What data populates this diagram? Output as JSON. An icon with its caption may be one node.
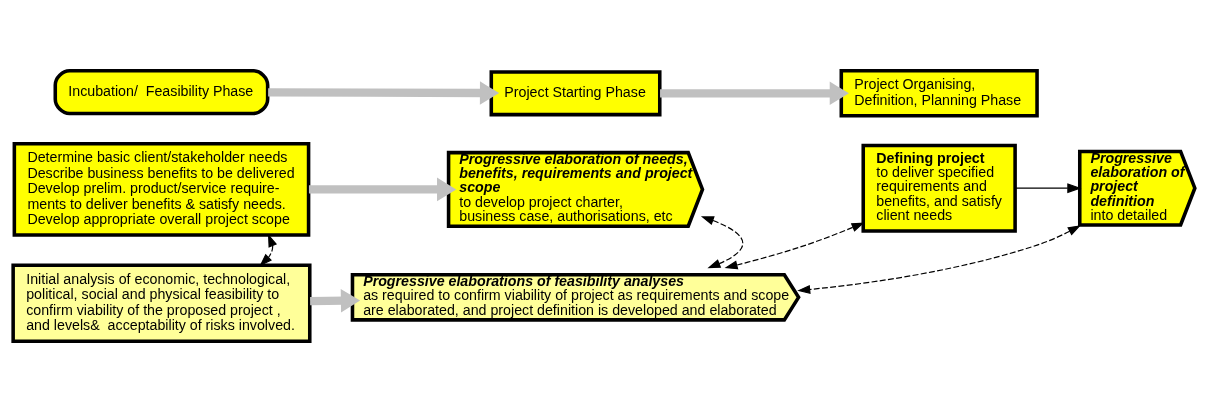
{
  "diagram": {
    "nodes": [
      {
        "text": [
          "Incubation/  Feasibility Phase"
        ]
      },
      {
        "text": [
          "Project Starting Phase"
        ]
      },
      {
        "text": [
          "Project Organising, Definition, Planning Phase"
        ]
      },
      {
        "text": [
          "Determine basic client/stakeholder needs Describe business benefits to be delivered Develop prelim. product/service require- ments to deliver benefits & satisfy needs. Develop appropriate overall project scope"
        ]
      },
      {
        "text": [
          "Progressive elaboration of needs, benefits, requirements and project scope",
          "to develop project charter, business case, authorisations, etc"
        ]
      },
      {
        "text": [
          "Defining project",
          "to deliver specified requirements and benefits, and satisfy client needs"
        ]
      },
      {
        "text": [
          "Progressive elaboration of project definition",
          "into detailed"
        ]
      },
      {
        "text": [
          "Initial analysis of economic, technological, political, social and physical feasibility to confirm viability of the proposed project , and levels&  acceptability of risks involved."
        ]
      },
      {
        "text": [
          "Progressive elaborations of feasibility analyses",
          "as required to confirm viability of project as requirements and scope are elaborated, and project definition is developed and elaborated"
        ]
      }
    ],
    "edges": [
      {
        "from": 0,
        "to": 1,
        "arrow": "to",
        "style": "thick",
        "color": "#c0c0c0"
      },
      {
        "from": 1,
        "to": 2,
        "arrow": "to",
        "style": "thick",
        "color": "#c0c0c0"
      },
      {
        "from": 3,
        "to": 4,
        "arrow": "to",
        "style": "thick",
        "color": "#c0c0c0"
      },
      {
        "from": 5,
        "to": 6,
        "arrow": "to"
      },
      {
        "from": 7,
        "to": 8,
        "arrow": "to",
        "style": "thick",
        "color": "#c0c0c0"
      },
      {
        "from": 3,
        "to": 7,
        "arrow": "both",
        "style": "dashed"
      },
      {
        "from": 4,
        "to": 8,
        "arrow": "both",
        "style": "dashed"
      },
      {
        "from": 5,
        "to": 8,
        "arrow": "both",
        "style": "dashed"
      },
      {
        "from": 6,
        "to": 8,
        "arrow": "both",
        "style": "dashed"
      }
    ]
  }
}
